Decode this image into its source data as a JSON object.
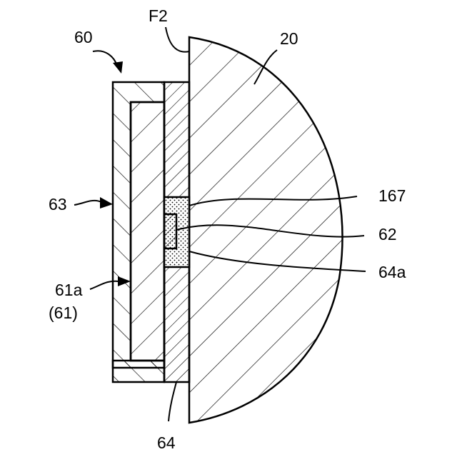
{
  "labels": {
    "l60": "60",
    "lF2": "F2",
    "l20": "20",
    "l167": "167",
    "l62": "62",
    "l64a": "64a",
    "l63": "63",
    "l61a": "61a",
    "l61": "(61)",
    "l64": "64"
  },
  "colors": {
    "line": "#000000",
    "background": "#ffffff"
  }
}
